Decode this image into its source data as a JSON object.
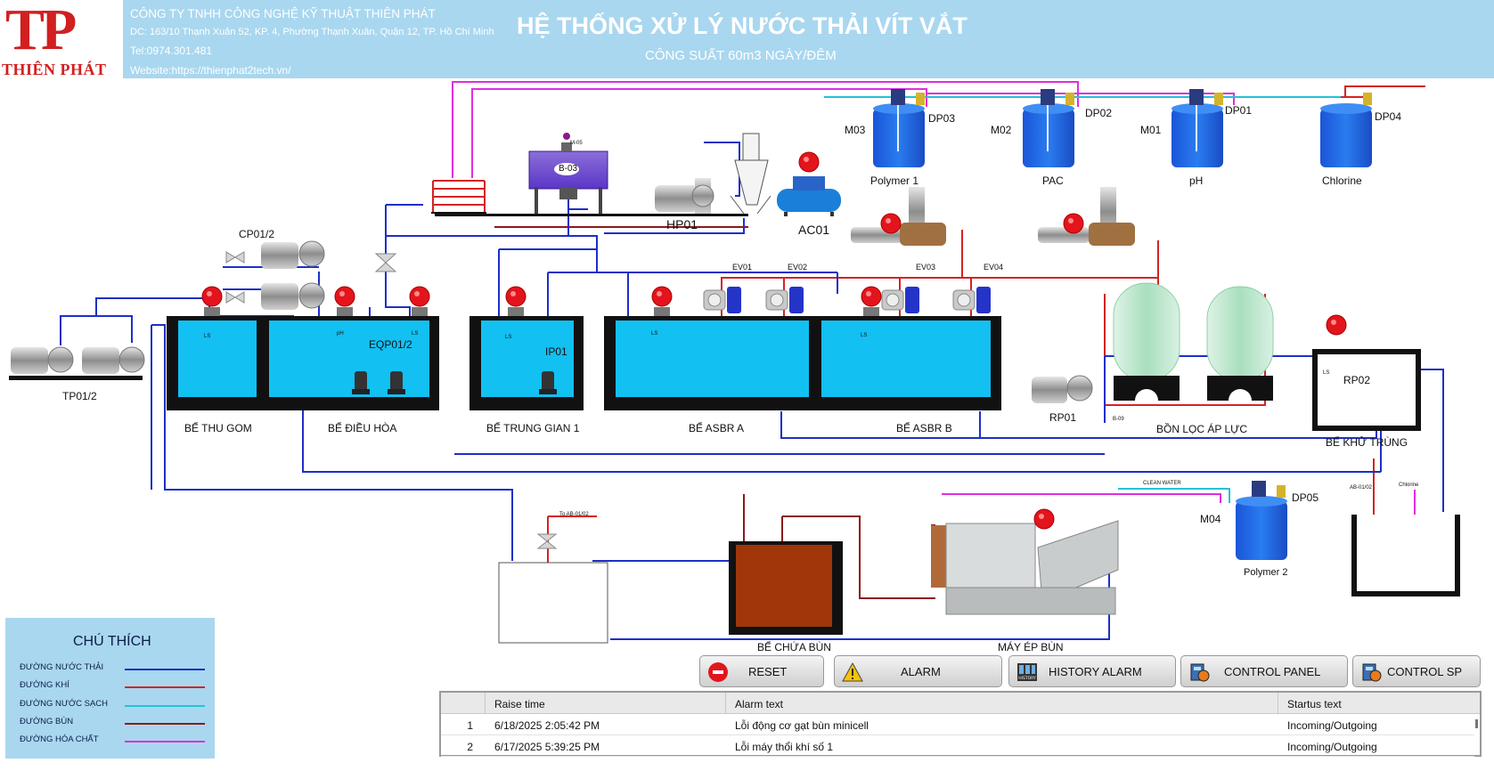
{
  "company": {
    "logo_initials": "TP",
    "logo_name": "THIÊN PHÁT",
    "name": "CÔNG TY TNHH CÔNG NGHỆ KỸ THUẬT THIÊN PHÁT",
    "address": "DC: 163/10 Thạnh Xuân 52, KP. 4, Phường Thạnh Xuân, Quận 12, TP. Hồ Chí Minh",
    "tel": "Tel:0974.301.481",
    "website": "Website:https://thienphat2tech.vn/"
  },
  "header": {
    "title": "HỆ THỐNG XỬ LÝ NƯỚC THẢI VÍT VẮT",
    "subtitle": "CÔNG SUẤT 60m3 NGÀY/ĐÊM"
  },
  "colors": {
    "header_bg": "#a9d7ef",
    "waste_water": "#1d2fc8",
    "air": "#d42323",
    "clean_water": "#23c3d8",
    "sludge": "#8b1a1a",
    "chemical": "#e02ee0",
    "tank_water": "#12c0f2",
    "alarm_red": "#e3141c"
  },
  "equipment": {
    "tp": "TP01/2",
    "cp": "CP01/2",
    "eqp": "EQP01/2",
    "ip": "IP01",
    "hp": "HP01",
    "ac": "AC01",
    "rp01": "RP01",
    "rp02": "RP02",
    "bf": "B-03",
    "mixer_top": "M-05",
    "ev": [
      "EV01",
      "EV02",
      "EV03",
      "EV04"
    ],
    "sensor_ls": "LS",
    "sensor_ph": "pH",
    "b09": "B-09",
    "clean_water": "CLEAN WATER",
    "to_ab": "To AB-01/02",
    "ab_0102": "AB-01/02",
    "chlorine_small": "Chlorine"
  },
  "chemical_tanks": [
    {
      "motor": "M03",
      "pump": "DP03",
      "name": "Polymer 1"
    },
    {
      "motor": "M02",
      "pump": "DP02",
      "name": "PAC"
    },
    {
      "motor": "M01",
      "pump": "DP01",
      "name": "pH"
    },
    {
      "motor": "",
      "pump": "DP04",
      "name": "Chlorine"
    }
  ],
  "polymer2": {
    "motor": "M04",
    "pump": "DP05",
    "name": "Polymer 2"
  },
  "tanks": {
    "thu_gom": "BỂ THU GOM",
    "dieu_hoa": "BỂ ĐIỀU HÒA",
    "trung_gian": "BỂ TRUNG GIAN 1",
    "asbr_a": "BỂ ASBR A",
    "asbr_b": "BỂ ASBR B",
    "bon_loc": "BỒN LỌC ÁP LỰC",
    "khu_trung": "BỂ KHỬ TRÙNG",
    "chua_bun": "BỂ CHỨA BÙN",
    "may_ep_bun": "MÁY ÉP BÙN"
  },
  "legend": {
    "title": "CHÚ THÍCH",
    "items": [
      {
        "label": "ĐƯỜNG NƯỚC THẢI",
        "color": "#1d2fc8"
      },
      {
        "label": "ĐƯỜNG KHÍ",
        "color": "#d42323"
      },
      {
        "label": "ĐƯỜNG NƯỚC SẠCH",
        "color": "#23c3d8"
      },
      {
        "label": "ĐƯỜNG BÙN",
        "color": "#8b1a1a"
      },
      {
        "label": "ĐƯỜNG HÓA CHẤT",
        "color": "#e02ee0"
      }
    ]
  },
  "buttons": {
    "reset": "RESET",
    "alarm": "ALARM",
    "history_alarm": "HISTORY ALARM",
    "history_icon_text": "HISTORY",
    "control_panel": "CONTROL PANEL",
    "control_sp": "CONTROL SP"
  },
  "alarm_table": {
    "headers": [
      "",
      "Raise time",
      "Alarm text",
      "Startus text"
    ],
    "rows": [
      {
        "index": "1",
        "time": "6/18/2025 2:05:42 PM",
        "text": "Lỗi động cơ gạt bùn minicell",
        "status": "Incoming/Outgoing"
      },
      {
        "index": "2",
        "time": "6/17/2025 5:39:25 PM",
        "text": "Lỗi máy thổi khí số 1",
        "status": "Incoming/Outgoing"
      }
    ]
  }
}
